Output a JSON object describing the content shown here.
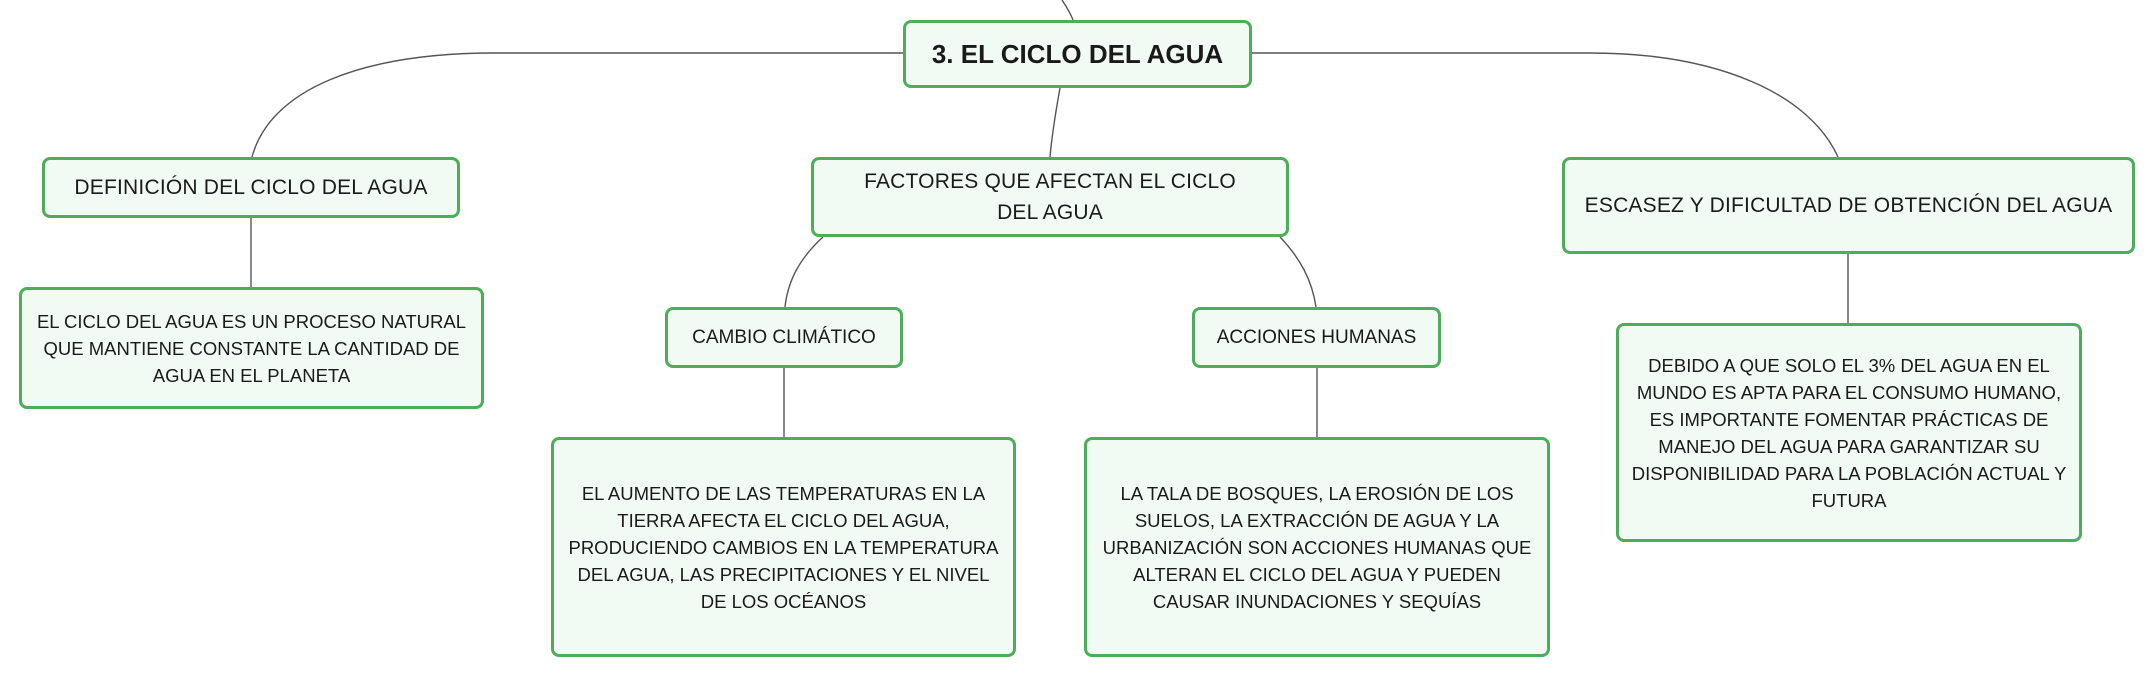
{
  "root": {
    "label": "3. EL CICLO DEL AGUA"
  },
  "branches": {
    "definicion": {
      "label": "DEFINICIÓN DEL CICLO DEL AGUA",
      "detail": "EL CICLO DEL AGUA ES UN PROCESO NATURAL QUE MANTIENE CONSTANTE LA CANTIDAD DE AGUA EN EL PLANETA"
    },
    "factores": {
      "label": "FACTORES QUE AFECTAN EL CICLO DEL AGUA",
      "cambio": {
        "label": "CAMBIO CLIMÁTICO",
        "detail": "EL AUMENTO DE LAS TEMPERATURAS EN LA TIERRA AFECTA EL CICLO DEL AGUA, PRODUCIENDO CAMBIOS EN LA TEMPERATURA DEL AGUA, LAS PRECIPITACIONES Y EL NIVEL DE LOS OCÉANOS"
      },
      "acciones": {
        "label": "ACCIONES HUMANAS",
        "detail": "LA TALA DE BOSQUES, LA EROSIÓN DE LOS SUELOS, LA EXTRACCIÓN DE AGUA Y LA URBANIZACIÓN SON ACCIONES HUMANAS QUE ALTERAN EL CICLO DEL AGUA Y PUEDEN CAUSAR INUNDACIONES Y SEQUÍAS"
      }
    },
    "escasez": {
      "label": "ESCASEZ Y DIFICULTAD DE OBTENCIÓN DEL AGUA",
      "detail": "DEBIDO A QUE SOLO EL 3% DEL AGUA EN EL MUNDO ES APTA PARA EL CONSUMO HUMANO, ES IMPORTANTE FOMENTAR PRÁCTICAS DE MANEJO DEL AGUA PARA GARANTIZAR SU DISPONIBILIDAD PARA LA POBLACIÓN ACTUAL Y FUTURA"
    }
  },
  "colors": {
    "border": "#4cae58",
    "fill": "#f2faf4",
    "connector": "#555555"
  }
}
